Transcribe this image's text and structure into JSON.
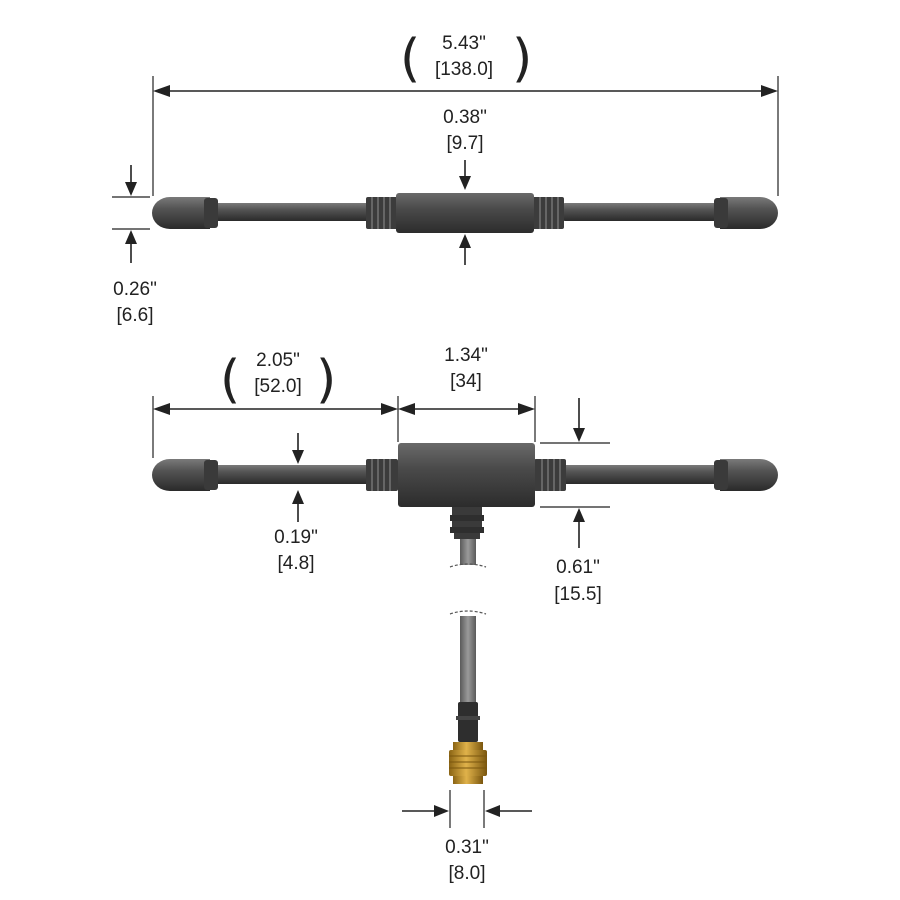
{
  "colors": {
    "antenna_body": "#4a4a4a",
    "antenna_dark": "#2c2c2c",
    "antenna_light": "#6e6e6e",
    "cable": "#7a7a7a",
    "connector_gold": "#c9962e",
    "dimension_ink": "#222222"
  },
  "top_view": {
    "overall_length": {
      "inch": "5.43\"",
      "mm": "[138.0]"
    },
    "hub_height": {
      "inch": "0.38\"",
      "mm": "[9.7]"
    },
    "rod_diameter": {
      "inch": "0.26\"",
      "mm": "[6.6]"
    }
  },
  "front_view": {
    "arm_length": {
      "inch": "2.05\"",
      "mm": "[52.0]"
    },
    "hub_width": {
      "inch": "1.34\"",
      "mm": "[34]"
    },
    "rod_thickness": {
      "inch": "0.19\"",
      "mm": "[4.8]"
    },
    "hub_height": {
      "inch": "0.61\"",
      "mm": "[15.5]"
    },
    "connector_width": {
      "inch": "0.31\"",
      "mm": "[8.0]"
    }
  }
}
